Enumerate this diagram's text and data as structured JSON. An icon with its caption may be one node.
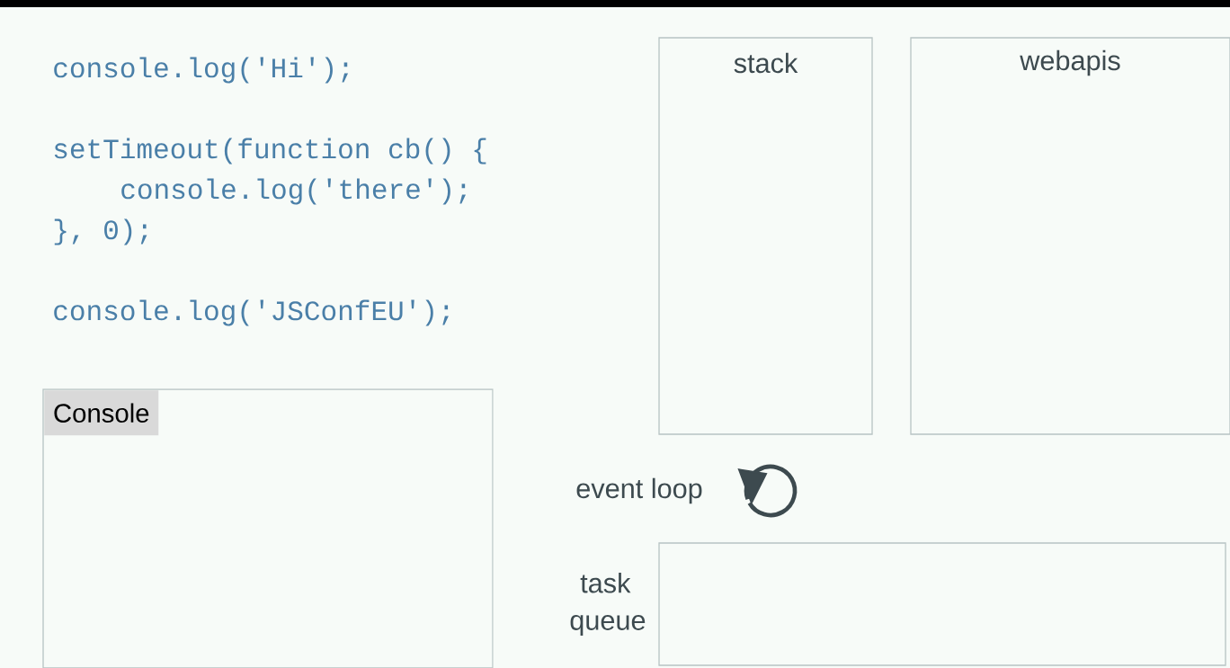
{
  "diagram": {
    "nodes": [
      {
        "text": [
          "stack"
        ]
      },
      {
        "text": [
          "webapis"
        ]
      },
      {
        "text": [
          "Console"
        ]
      },
      {
        "text": [
          "task queue"
        ]
      }
    ],
    "labels": [
      "console.log('Hi');",
      "setTimeout(function cb() {",
      "console.log('there');",
      "}, 0);",
      "console.log('JSConfEU');",
      "event loop"
    ]
  }
}
